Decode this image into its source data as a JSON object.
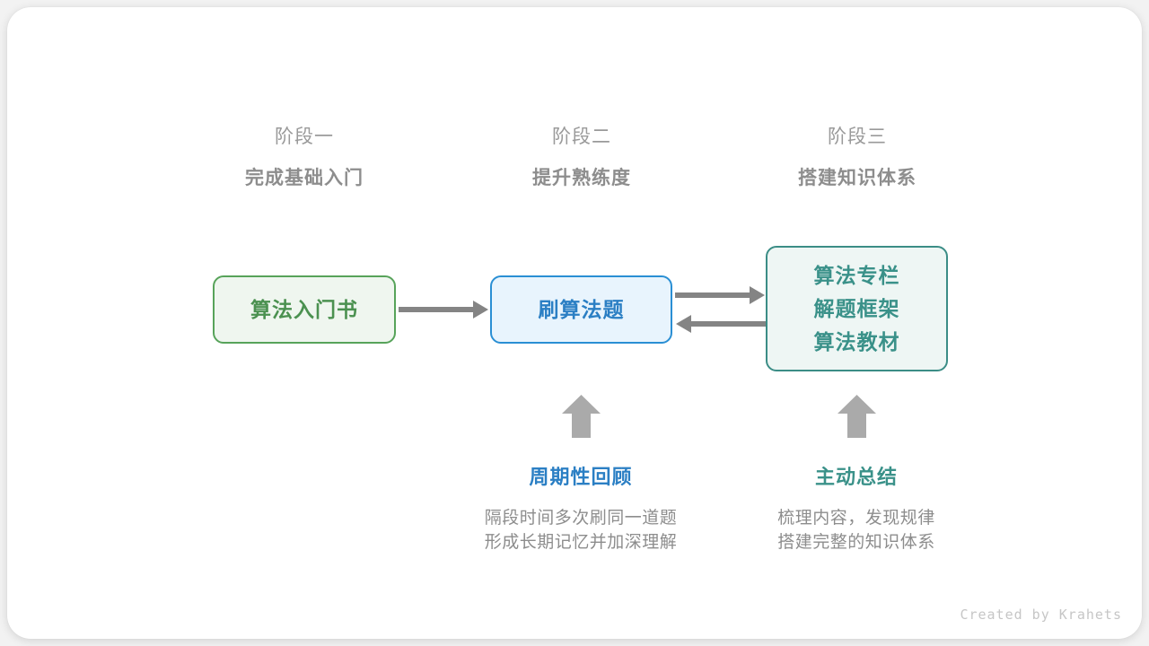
{
  "credit": "Created by Krahets",
  "colors": {
    "green": "#4b9150",
    "green_border": "#57a35a",
    "green_fill": "#eff6ef",
    "blue": "#2b7fc4",
    "blue_border": "#2a8fd4",
    "blue_fill": "#e8f4fd",
    "teal": "#3a9189",
    "teal_border": "#3b8d86",
    "teal_fill": "#eef6f4",
    "arrow_gray": "#848484",
    "text_gray": "#8d8d8d",
    "label_gray": "#9a9a9a",
    "card_bg": "#ffffff",
    "page_bg": "#f2f2f2"
  },
  "stages": [
    {
      "label": "阶段一",
      "title": "完成基础入门"
    },
    {
      "label": "阶段二",
      "title": "提升熟练度"
    },
    {
      "label": "阶段三",
      "title": "搭建知识体系"
    }
  ],
  "nodes": {
    "book": {
      "lines": [
        "算法入门书"
      ]
    },
    "practice": {
      "lines": [
        "刷算法题"
      ]
    },
    "system": {
      "lines": [
        "算法专栏",
        "解题框架",
        "算法教材"
      ]
    }
  },
  "notes": [
    {
      "title": "周期性回顾",
      "lines": [
        "隔段时间多次刷同一道题",
        "形成长期记忆并加深理解"
      ]
    },
    {
      "title": "主动总结",
      "lines": [
        "梳理内容，发现规律",
        "搭建完整的知识体系"
      ]
    }
  ],
  "arrows": {
    "book_to_practice": "arrow-right",
    "practice_to_system": "arrow-right",
    "system_to_practice": "arrow-left",
    "review_up": "arrow-up",
    "summary_up": "arrow-up"
  }
}
